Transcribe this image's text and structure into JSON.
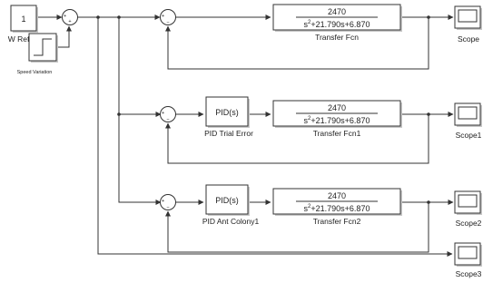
{
  "blocks": {
    "w_ref": {
      "value": "1",
      "label": "W Reff1"
    },
    "speed_variation": {
      "label": "Speed Variation"
    },
    "tf_top": {
      "numerator": "2470",
      "den_s": "s",
      "den_exp": "2",
      "den_rest": "+21.790s+6.870",
      "label": "Transfer Fcn"
    },
    "tf_mid": {
      "numerator": "2470",
      "den_s": "s",
      "den_exp": "2",
      "den_rest": "+21.790s+6.870",
      "label": "Transfer Fcn1"
    },
    "tf_bot": {
      "numerator": "2470",
      "den_s": "s",
      "den_exp": "2",
      "den_rest": "+21.790s+6.870",
      "label": "Transfer Fcn2"
    },
    "pid_mid": {
      "text": "PID(s)",
      "label": "PID Trial Error"
    },
    "pid_bot": {
      "text": "PID(s)",
      "label": "PID Ant Colony1"
    },
    "scope": {
      "label": "Scope"
    },
    "scope1": {
      "label": "Scope1"
    },
    "scope2": {
      "label": "Scope2"
    },
    "scope3": {
      "label": "Scope3"
    }
  },
  "sum_signs": {
    "main": {
      "plus1": "+",
      "plus2": "+"
    },
    "s1": {
      "plus": "+",
      "minus": "−"
    },
    "s2": {
      "plus": "+",
      "minus": "−"
    },
    "s3": {
      "plus": "+",
      "minus": "−"
    }
  },
  "icons": [
    "step-icon",
    "scope-icon",
    "sum-icon"
  ]
}
